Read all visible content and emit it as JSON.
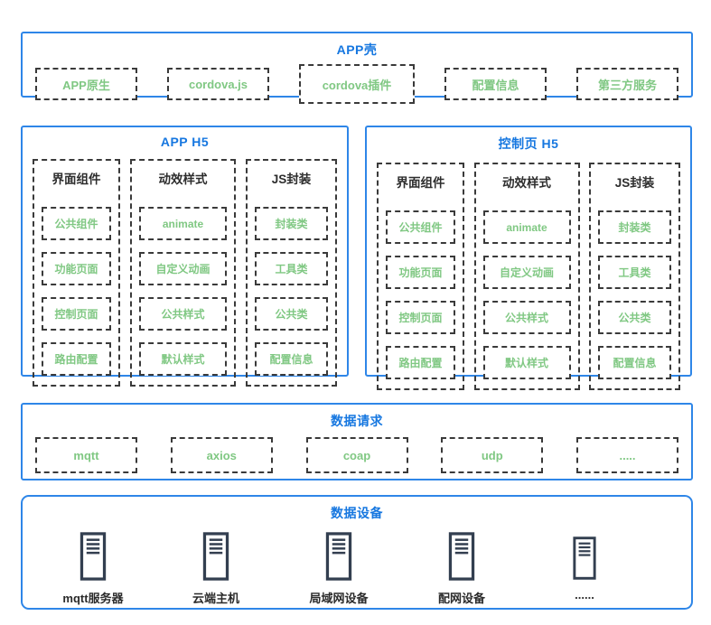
{
  "colors": {
    "accent_blue": "#2e86e8",
    "title_blue": "#1677e0",
    "label_green": "#80c883",
    "dash_dark": "#3a3a3a",
    "icon_slate": "#333f50"
  },
  "app_shell": {
    "title": "APP壳",
    "items": [
      "APP原生",
      "cordova.js",
      "cordova插件",
      "配置信息",
      "第三方服务"
    ]
  },
  "h5_panels": [
    {
      "title": "APP H5",
      "columns": [
        {
          "header": "界面组件",
          "items": [
            "公共组件",
            "功能页面",
            "控制页面",
            "路由配置"
          ]
        },
        {
          "header": "动效样式",
          "items": [
            "animate",
            "自定义动画",
            "公共样式",
            "默认样式"
          ]
        },
        {
          "header": "JS封装",
          "items": [
            "封装类",
            "工具类",
            "公共类",
            "配置信息"
          ]
        }
      ]
    },
    {
      "title": "控制页 H5",
      "columns": [
        {
          "header": "界面组件",
          "items": [
            "公共组件",
            "功能页面",
            "控制页面",
            "路由配置"
          ]
        },
        {
          "header": "动效样式",
          "items": [
            "animate",
            "自定义动画",
            "公共样式",
            "默认样式"
          ]
        },
        {
          "header": "JS封装",
          "items": [
            "封装类",
            "工具类",
            "公共类",
            "配置信息"
          ]
        }
      ]
    }
  ],
  "data_request": {
    "title": "数据请求",
    "items": [
      "mqtt",
      "axios",
      "coap",
      "udp",
      "....."
    ]
  },
  "data_devices": {
    "title": "数据设备",
    "items": [
      {
        "icon": "server-icon",
        "label": "mqtt服务器"
      },
      {
        "icon": "server-icon",
        "label": "云端主机"
      },
      {
        "icon": "server-icon",
        "label": "局域网设备"
      },
      {
        "icon": "server-icon",
        "label": "配网设备"
      },
      {
        "icon": "server-icon",
        "label": "......"
      }
    ]
  }
}
